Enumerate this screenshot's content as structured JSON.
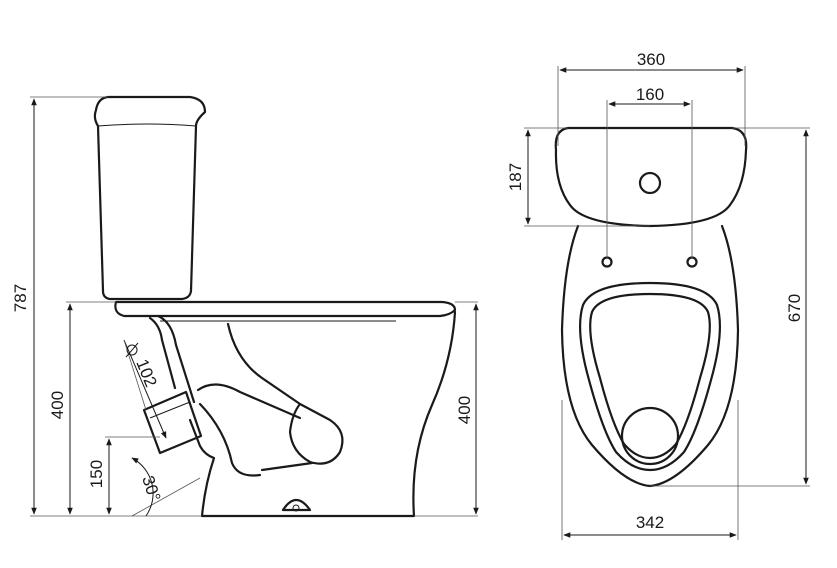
{
  "side_view": {
    "dim_total_height": "787",
    "dim_pan_height_left": "400",
    "dim_outlet_height": "150",
    "dim_outlet_angle": "30°",
    "dim_outlet_diameter": "102",
    "dim_pan_height_right": "400"
  },
  "top_view": {
    "dim_tank_width": "360",
    "dim_hole_spacing": "160",
    "dim_tank_depth": "187",
    "dim_total_length": "670",
    "dim_bowl_width": "342"
  }
}
